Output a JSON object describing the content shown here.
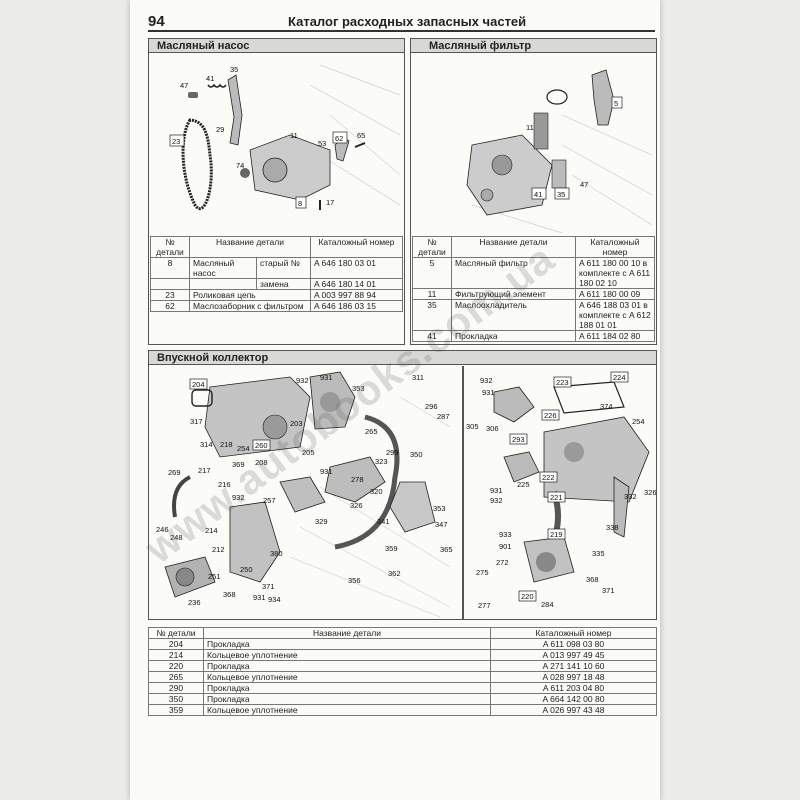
{
  "header": {
    "page_number": "94",
    "title": "Каталог расходных запасных частей"
  },
  "oil_pump": {
    "heading": "Масляный насос",
    "callouts": [
      "47",
      "41",
      "35",
      "29",
      "23",
      "11",
      "62",
      "65",
      "53",
      "74",
      "8",
      "17"
    ],
    "table": {
      "headers": [
        "№ детали",
        "Название детали",
        "Каталожный номер"
      ],
      "rows": [
        {
          "num": "8",
          "name": "Масляный насос",
          "sub": "старый №",
          "cat": "A 646 180 03 01"
        },
        {
          "num": "",
          "name": "",
          "sub": "замена",
          "cat": "A 646 180 14 01"
        },
        {
          "num": "23",
          "name": "Роликовая цепь",
          "sub": "",
          "cat": "A 003 997 88 94"
        },
        {
          "num": "62",
          "name": "Маслозаборник с фильтром",
          "sub": "",
          "cat": "A 646 186 03 15"
        }
      ]
    }
  },
  "oil_filter": {
    "heading": "Масляный фильтр",
    "callouts": [
      "5",
      "11",
      "41",
      "35",
      "47"
    ],
    "table": {
      "headers": [
        "№ детали",
        "Название детали",
        "Каталожный номер"
      ],
      "rows": [
        {
          "num": "5",
          "name": "Масляный фильтр",
          "cat": "A 611 180 00 10 в комплекте с A 611 180 02 10"
        },
        {
          "num": "11",
          "name": "Фильтрующий элемент",
          "cat": "A 611 180 00 09"
        },
        {
          "num": "35",
          "name": "Маслоохладитель",
          "cat": "A 646 188 03 01 в комплекте с A 612 188 01 01"
        },
        {
          "num": "41",
          "name": "Прокладка",
          "cat": "A 611 184 02 80"
        }
      ]
    }
  },
  "intake": {
    "heading": "Впускной коллектор",
    "callouts_left": [
      "204",
      "932",
      "931",
      "353",
      "311",
      "296",
      "287",
      "317",
      "203",
      "265",
      "314",
      "218",
      "254",
      "260",
      "205",
      "299",
      "350",
      "269",
      "217",
      "369",
      "208",
      "931",
      "278",
      "323",
      "320",
      "216",
      "932",
      "257",
      "326",
      "329",
      "341",
      "353",
      "347",
      "246",
      "214",
      "248",
      "212",
      "380",
      "359",
      "365",
      "251",
      "250",
      "371",
      "362",
      "356",
      "236",
      "368",
      "931",
      "934"
    ],
    "callouts_right": [
      "932",
      "931",
      "223",
      "224",
      "305",
      "306",
      "226",
      "374",
      "254",
      "293",
      "222",
      "225",
      "931",
      "932",
      "221",
      "332",
      "326",
      "338",
      "933",
      "901",
      "219",
      "335",
      "275",
      "272",
      "368",
      "277",
      "220",
      "284",
      "371"
    ],
    "table": {
      "headers": [
        "№ детали",
        "Название детали",
        "Каталожный номер"
      ],
      "rows": [
        {
          "num": "204",
          "name": "Прокладка",
          "cat": "A 611 098 03 80"
        },
        {
          "num": "214",
          "name": "Кольцевое уплотнение",
          "cat": "A 013 997 49 45"
        },
        {
          "num": "220",
          "name": "Прокладка",
          "cat": "A 271 141 10 60"
        },
        {
          "num": "265",
          "name": "Кольцевое уплотнение",
          "cat": "A 028 997 18 48"
        },
        {
          "num": "290",
          "name": "Прокладка",
          "cat": "A 611 203 04 80"
        },
        {
          "num": "350",
          "name": "Прокладка",
          "cat": "A 664 142 00 80"
        },
        {
          "num": "359",
          "name": "Кольцевое уплотнение",
          "cat": "A 026 997 43 48"
        }
      ]
    }
  },
  "watermark": "www.autobooks.com.ua",
  "colors": {
    "paper": "#fbfbf8",
    "section_fill": "#d8d8d4",
    "ink": "#222222"
  }
}
